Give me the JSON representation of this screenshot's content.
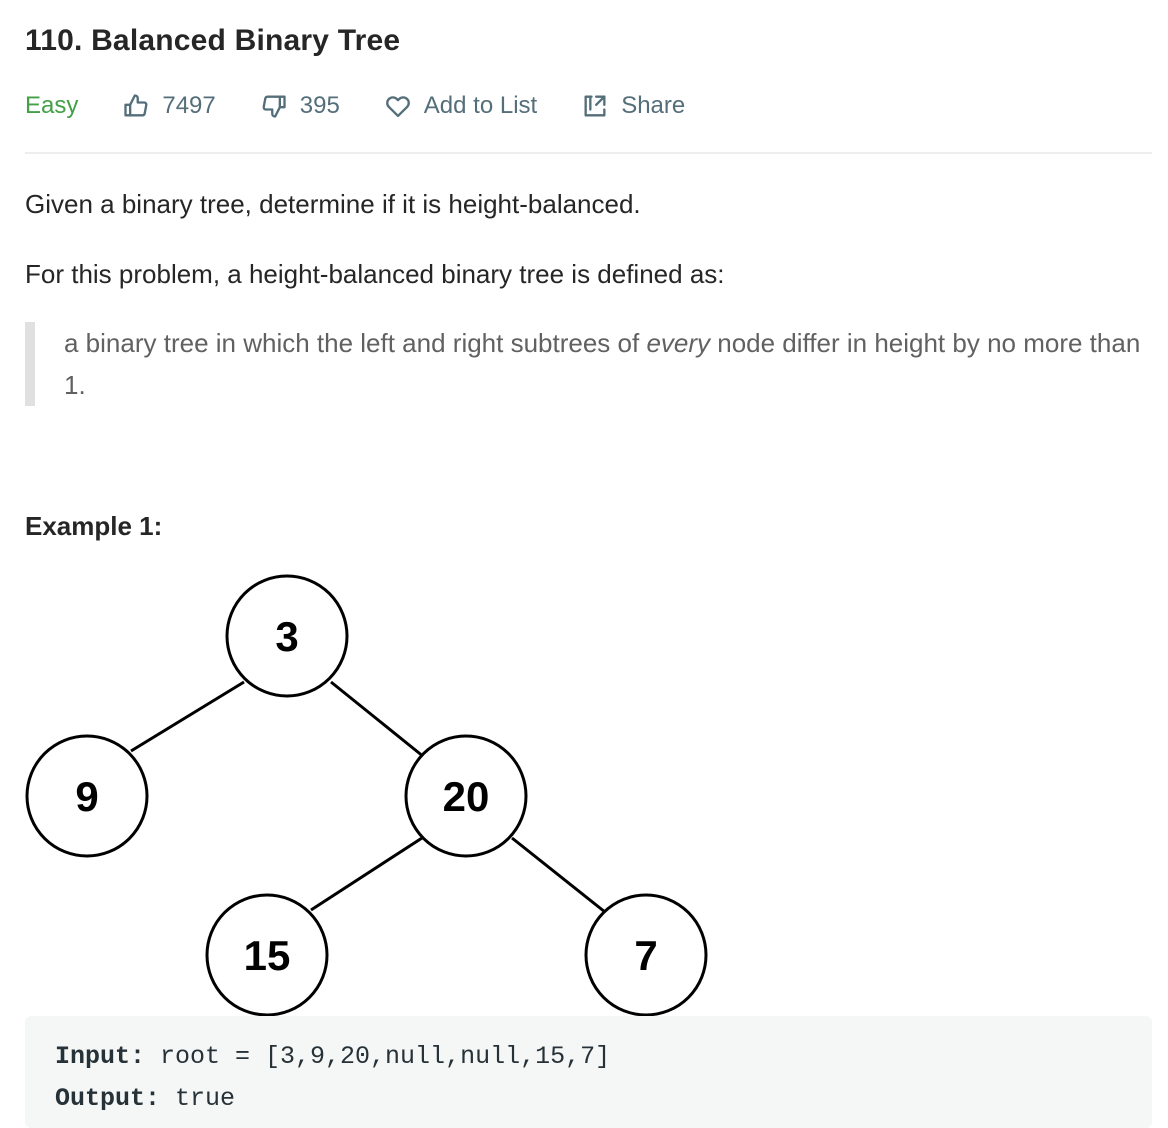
{
  "problem": {
    "title": "110. Balanced Binary Tree",
    "difficulty": "Easy",
    "likes": "7497",
    "dislikes": "395",
    "add_to_list_label": "Add to List",
    "share_label": "Share"
  },
  "description": {
    "paragraph1": "Given a binary tree, determine if it is height-balanced.",
    "paragraph2": "For this problem, a height-balanced binary tree is defined as:",
    "quote_before": "a binary tree in which the left and right subtrees of ",
    "quote_emphasis": "every",
    "quote_after": " node differ in height by no more than 1."
  },
  "example1": {
    "title": "Example 1:",
    "tree_nodes": [
      "3",
      "9",
      "20",
      "15",
      "7"
    ],
    "input_label": "Input:",
    "input_value": " root = [3,9,20,null,null,15,7]",
    "output_label": "Output:",
    "output_value": " true"
  },
  "icons": {
    "like": "thumbs-up-icon",
    "dislike": "thumbs-down-icon",
    "add": "heart-icon",
    "share": "share-icon"
  },
  "colors": {
    "easy": "#43a047",
    "meta_text": "#546e7a",
    "code_background": "#f5f7f7"
  }
}
